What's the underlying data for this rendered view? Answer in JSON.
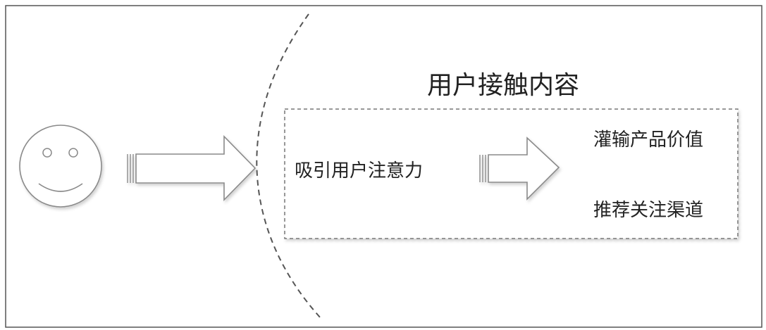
{
  "diagram": {
    "title": "用户接触内容",
    "start_label": "吸引用户注意力",
    "outcomes": [
      "灌输产品价值",
      "推荐关注渠道"
    ],
    "user_icon": "smiley-face-icon",
    "arrow_icon": "block-arrow-icon",
    "colors": {
      "stroke": "#8a8a8a",
      "fill": "#ffffff",
      "dash": "#555555",
      "text": "#222222",
      "shadow": "#c8c8c8"
    }
  }
}
